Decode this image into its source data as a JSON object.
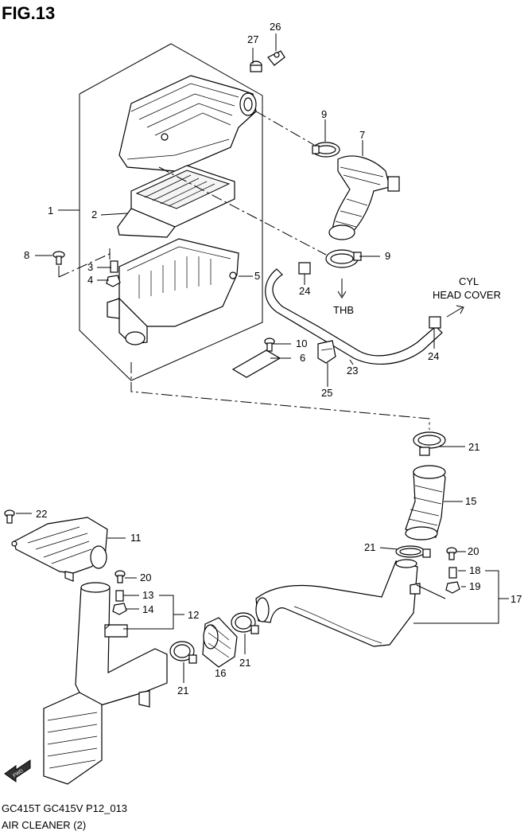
{
  "figure_title": "FIG.13",
  "footer": {
    "line1": "GC415T GC415V P12_013",
    "line2": "AIR CLEANER (2)"
  },
  "callouts": {
    "c1": "1",
    "c2": "2",
    "c3": "3",
    "c4": "4",
    "c5": "5",
    "c6": "6",
    "c7": "7",
    "c8": "8",
    "c9a": "9",
    "c9b": "9",
    "c10": "10",
    "c11": "11",
    "c12": "12",
    "c13": "13",
    "c14": "14",
    "c15": "15",
    "c16": "16",
    "c17": "17",
    "c18": "18",
    "c19": "19",
    "c20a": "20",
    "c20b": "20",
    "c21a": "21",
    "c21b": "21",
    "c21c": "21",
    "c21d": "21",
    "c22": "22",
    "c23": "23",
    "c24a": "24",
    "c24b": "24",
    "c25": "25",
    "c26": "26",
    "c27": "27"
  },
  "annotations": {
    "thb": "THB",
    "cyl_line1": "CYL",
    "cyl_line2": "HEAD COVER",
    "fwd": "FWD"
  }
}
